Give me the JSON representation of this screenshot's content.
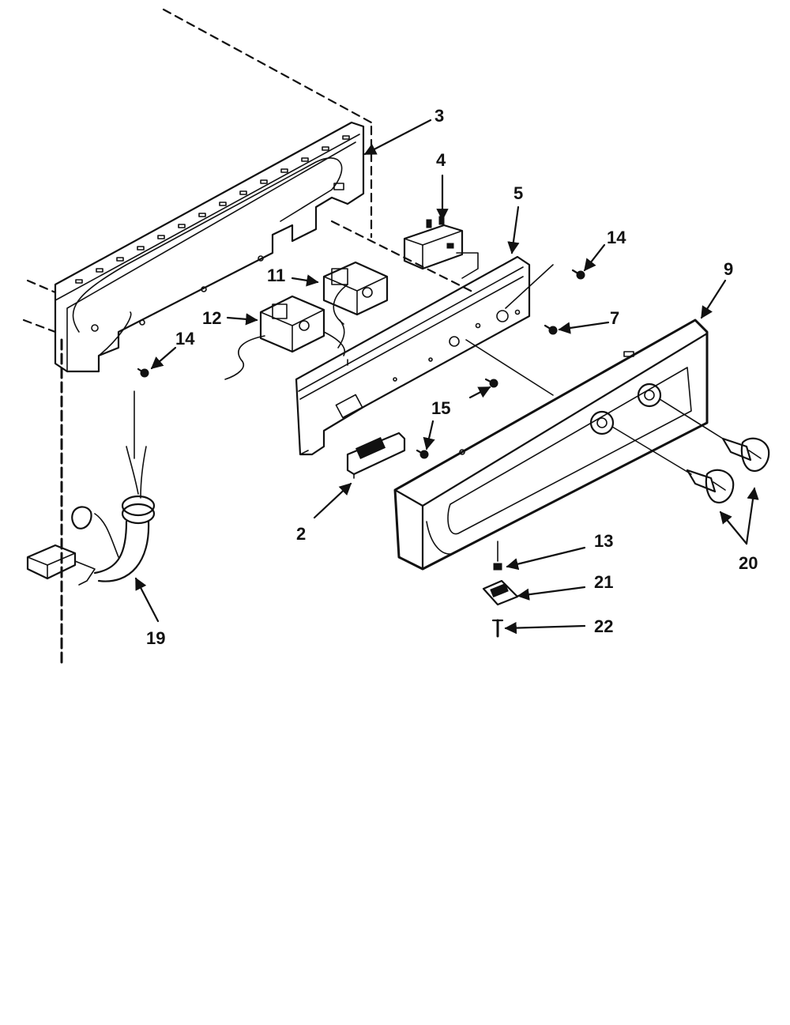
{
  "diagram": {
    "callouts": {
      "c2": "2",
      "c3": "3",
      "c4": "4",
      "c5": "5",
      "c7": "7",
      "c9": "9",
      "c11": "11",
      "c12": "12",
      "c13": "13",
      "c14a": "14",
      "c14b": "14",
      "c15": "15",
      "c19": "19",
      "c20": "20",
      "c21": "21",
      "c22": "22"
    }
  }
}
